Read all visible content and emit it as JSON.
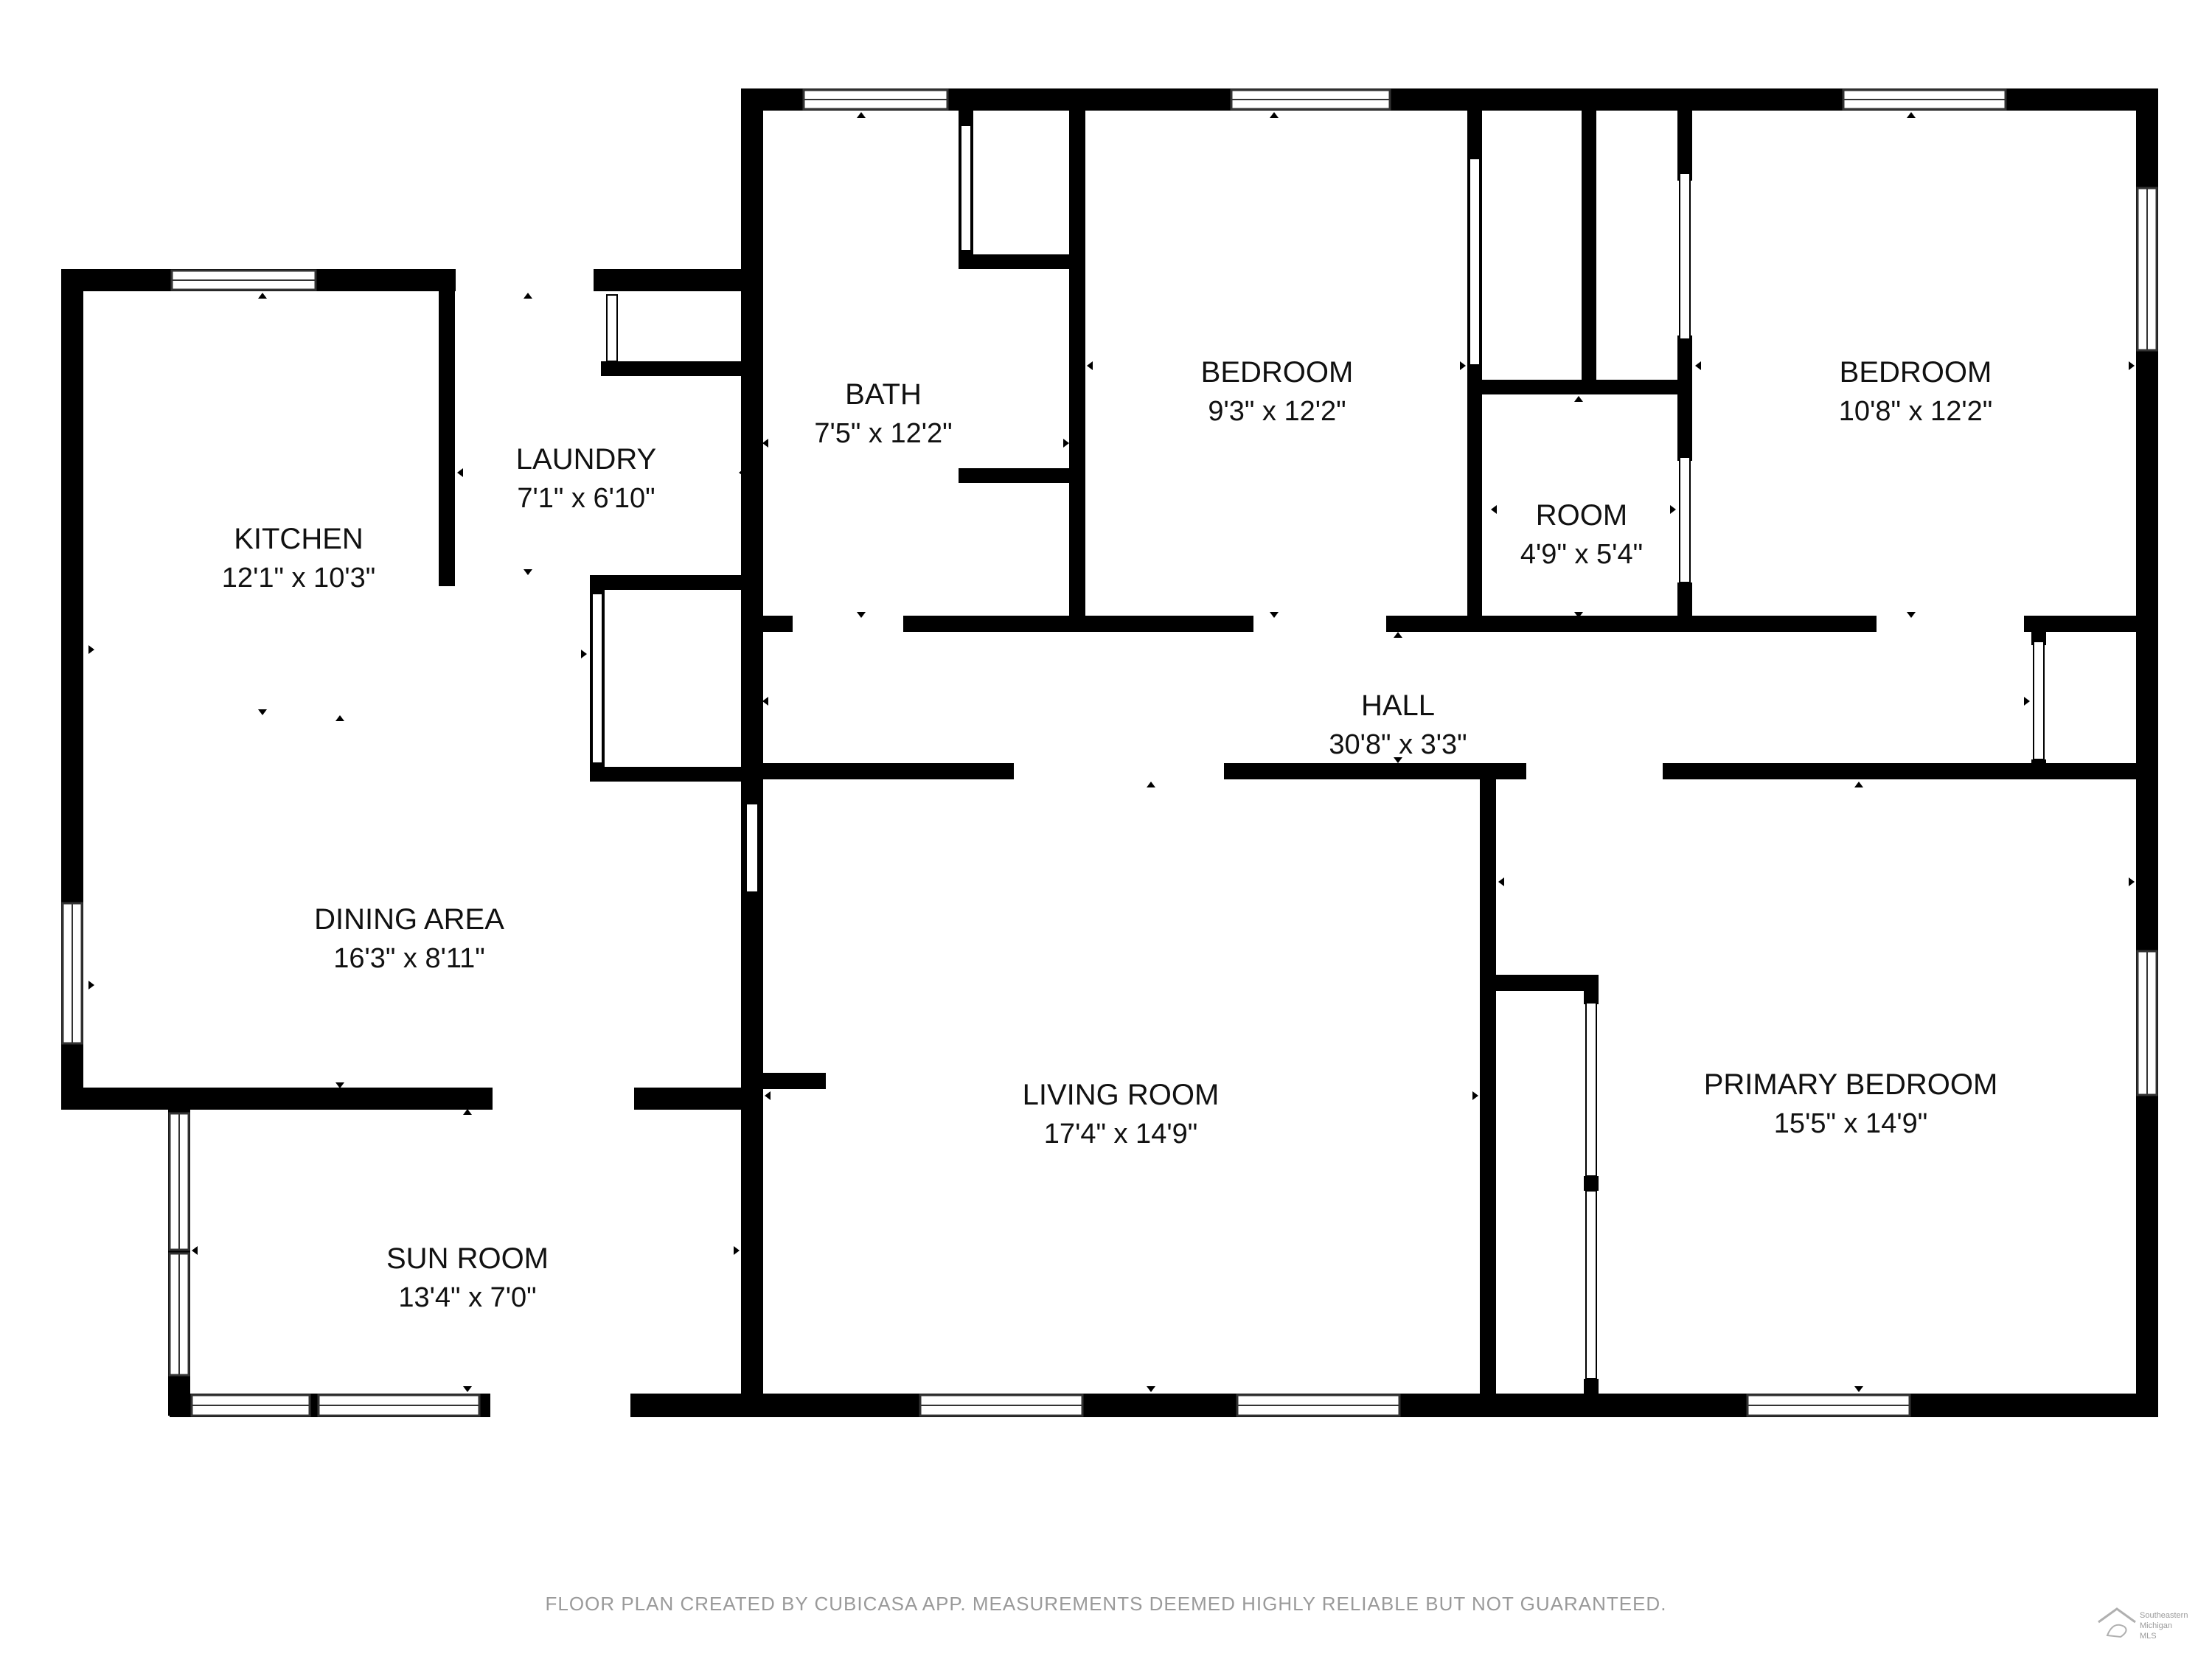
{
  "floor_plan": {
    "rooms": [
      {
        "id": "bath",
        "name": "BATH",
        "dims": "7'5\" x 12'2\""
      },
      {
        "id": "bedroom-1",
        "name": "BEDROOM",
        "dims": "9'3\" x 12'2\""
      },
      {
        "id": "bedroom-2",
        "name": "BEDROOM",
        "dims": "10'8\" x 12'2\""
      },
      {
        "id": "laundry",
        "name": "LAUNDRY",
        "dims": "7'1\" x 6'10\""
      },
      {
        "id": "room",
        "name": "ROOM",
        "dims": "4'9\" x 5'4\""
      },
      {
        "id": "kitchen",
        "name": "KITCHEN",
        "dims": "12'1\" x 10'3\""
      },
      {
        "id": "hall",
        "name": "HALL",
        "dims": "30'8\" x 3'3\""
      },
      {
        "id": "dining-area",
        "name": "DINING AREA",
        "dims": "16'3\" x 8'11\""
      },
      {
        "id": "living-room",
        "name": "LIVING ROOM",
        "dims": "17'4\" x 14'9\""
      },
      {
        "id": "primary-bedroom",
        "name": "PRIMARY BEDROOM",
        "dims": "15'5\" x 14'9\""
      },
      {
        "id": "sun-room",
        "name": "SUN ROOM",
        "dims": "13'4\" x 7'0\""
      }
    ]
  },
  "footer": {
    "disclaimer": "FLOOR PLAN CREATED BY CUBICASA APP. MEASUREMENTS DEEMED HIGHLY RELIABLE BUT NOT GUARANTEED."
  },
  "logo": {
    "line1": "Southeastern",
    "line2": "Michigan",
    "line3": "MLS"
  },
  "colors": {
    "wall": "#000000",
    "window_frame": "#333333",
    "text": "#111111",
    "footer_text": "#9a9a9a"
  }
}
